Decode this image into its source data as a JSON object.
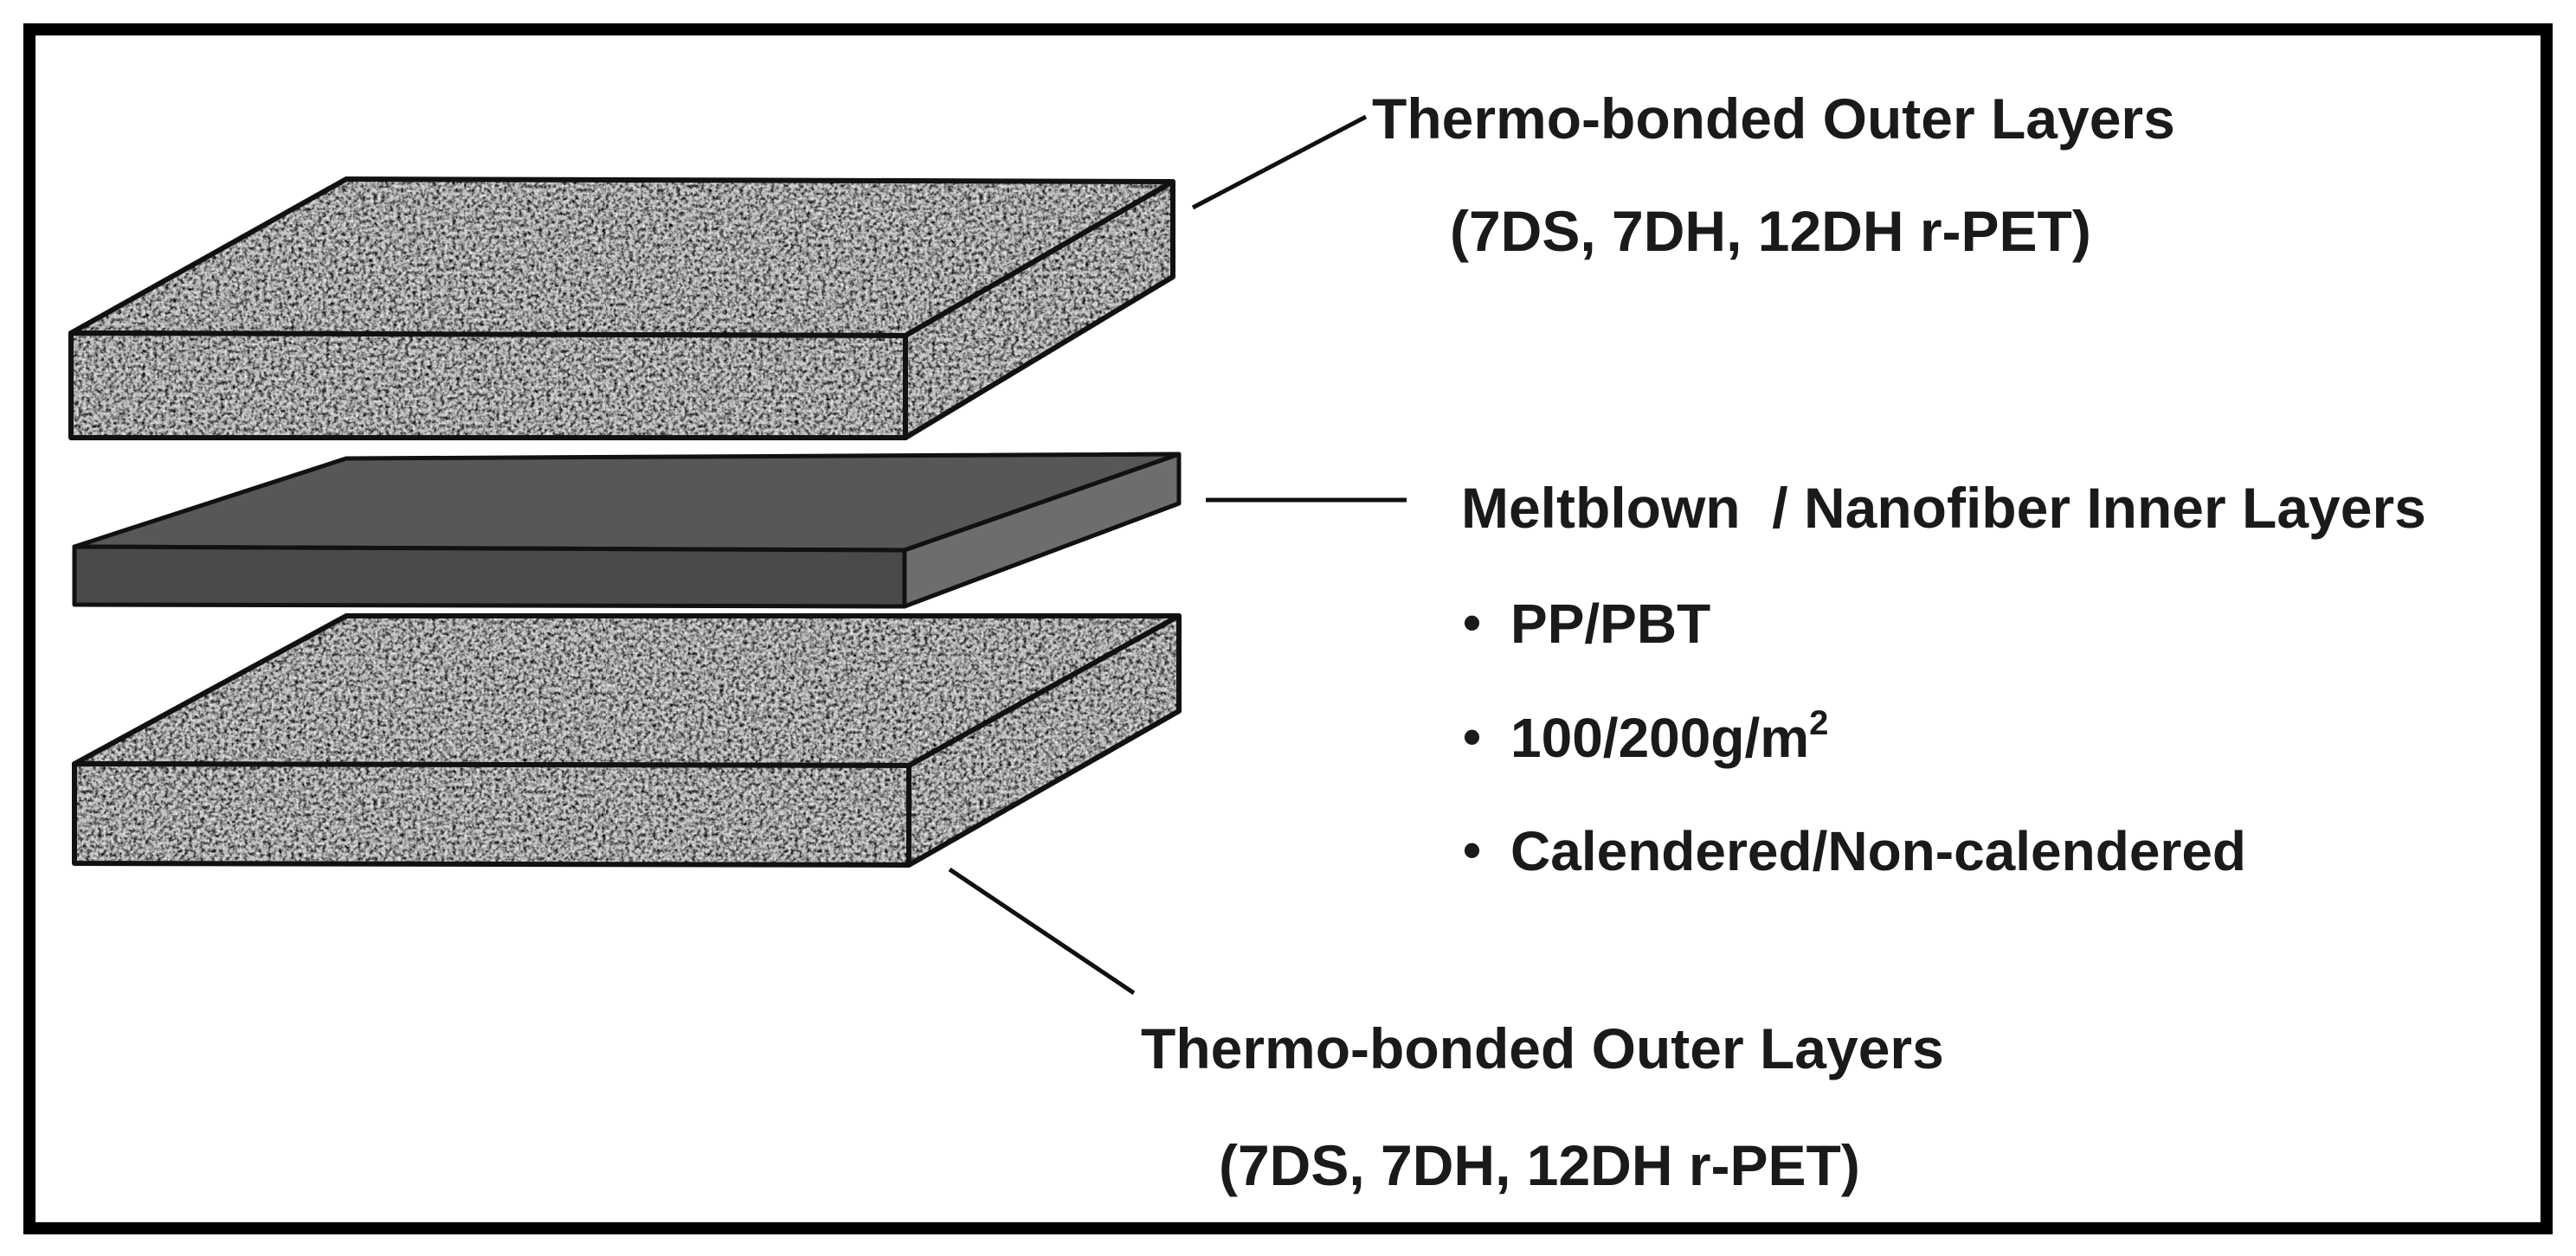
{
  "top_label": {
    "title": "Thermo-bonded Outer Layers",
    "subtitle": "(7DS, 7DH, 12DH r-PET)"
  },
  "inner_label": {
    "title": "Meltblown  / Nanofiber Inner Layers",
    "bullets": [
      {
        "marker": "•",
        "text": "PP/PBT"
      },
      {
        "marker": "•",
        "text": "100/200g/m",
        "superscript": "2"
      },
      {
        "marker": "•",
        "text": "Calendered/Non-calendered"
      }
    ]
  },
  "bottom_label": {
    "title": "Thermo-bonded Outer Layers",
    "subtitle": "(7DS, 7DH, 12DH r-PET)"
  },
  "colors": {
    "frame": "#000000",
    "outer_layer_fill": "#c2c2c2",
    "inner_layer_top": "#5a5a5a",
    "inner_layer_front": "#4a4a4a",
    "inner_layer_side": "#707070",
    "text": "#1a1a1a"
  }
}
